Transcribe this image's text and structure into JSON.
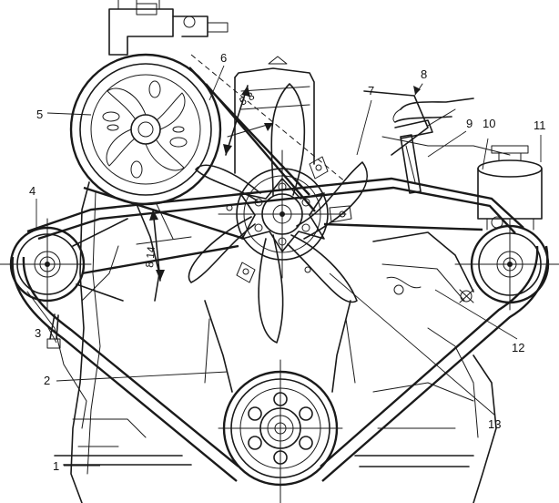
{
  "callouts": {
    "c1": "1",
    "c2": "2",
    "c3": "3",
    "c4": "4",
    "c5": "5",
    "c6": "6",
    "c7": "7",
    "c8": "8",
    "c9": "9",
    "c10": "10",
    "c11": "11",
    "c12": "12",
    "c13": "13"
  },
  "dimensions": {
    "upper": "5 8",
    "lower": "8 14"
  }
}
